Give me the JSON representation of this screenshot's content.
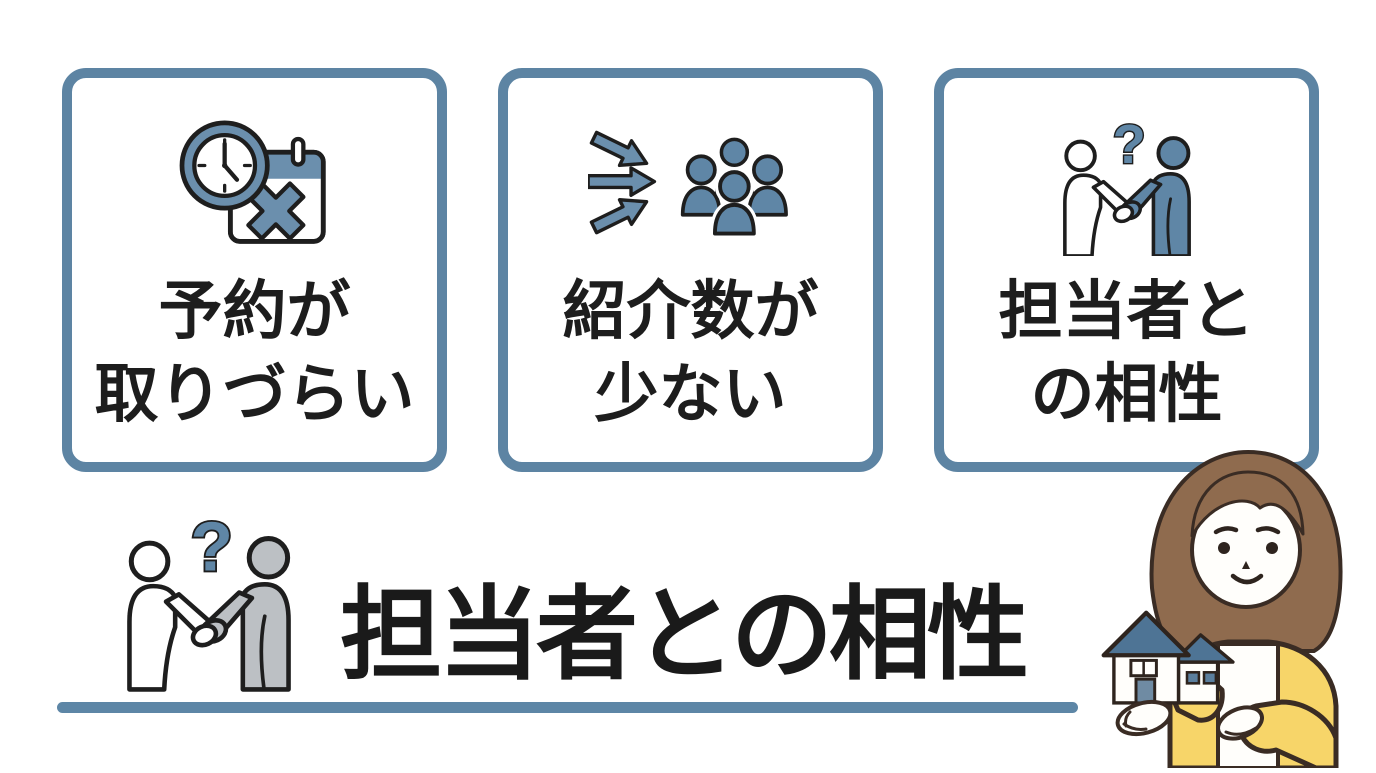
{
  "cards": [
    {
      "icon": "clock-calendar-x-icon",
      "lines": [
        "予約が",
        "取りづらい"
      ]
    },
    {
      "icon": "arrows-to-people-icon",
      "lines": [
        "紹介数が",
        "少ない"
      ]
    },
    {
      "icon": "handshake-question-icon",
      "lines": [
        "担当者と",
        "の相性"
      ]
    }
  ],
  "highlight": {
    "icon": "handshake-question-icon",
    "title": "担当者との相性"
  },
  "illustration": "woman-holding-house-model-icon",
  "colors": {
    "card_border": "#5d84a3",
    "icon_blue": "#6b8fad",
    "icon_blue_dark": "#5f86a6",
    "icon_gray_person": "#bcc0c4",
    "text": "#1d1d1d",
    "underline": "#5d86a6",
    "hair_brown": "#8f6b4e",
    "cardigan_yellow": "#f7d569",
    "house_roof_blue": "#4e7495",
    "house_door_blue": "#6f8ba3"
  }
}
